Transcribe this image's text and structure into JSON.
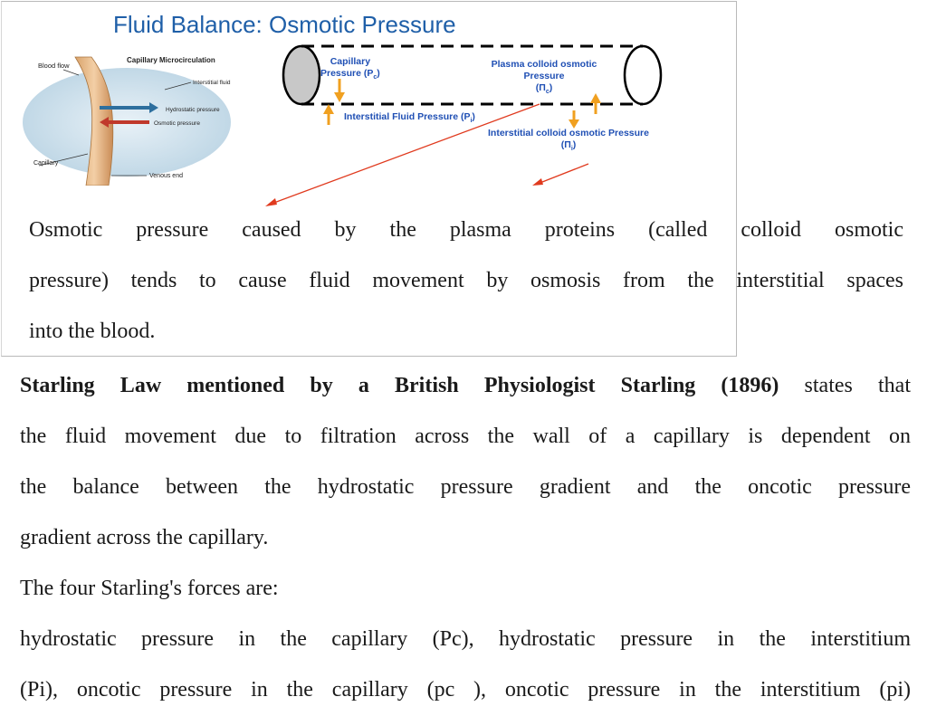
{
  "slide": {
    "title": "Fluid Balance: Osmotic Pressure"
  },
  "illustration": {
    "heading": "Capillary Microcirculation",
    "labels": {
      "blood_flow": "Blood flow",
      "interstitial_fluid": "Interstitial fluid",
      "hydrostatic_pressure": "Hydrostatic pressure",
      "osmotic_pressure": "Osmotic pressure",
      "capillary": "Capillary",
      "venous_end": "Venous end"
    }
  },
  "diagram": {
    "capillary_pressure_line1": "Capillary",
    "capillary_pressure_line2": "Pressure (P",
    "capillary_pressure_sub": "c",
    "plasma_colloid_line1": "Plasma colloid osmotic",
    "plasma_colloid_line2": "Pressure",
    "plasma_colloid_symbol": "(Π",
    "plasma_colloid_sub": "c",
    "interstitial_fluid_pressure": "Interstitial Fluid Pressure (P",
    "interstitial_fluid_sub": "i",
    "interstitial_colloid_line1": "Interstitial colloid osmotic Pressure",
    "interstitial_colloid_symbol": "(Π",
    "interstitial_colloid_sub": "i",
    "close_paren": ")",
    "colors": {
      "dash": "#000000",
      "cap_fill": "#c8c8c8",
      "arrow": "#f0a020",
      "label": "#1f4fb4",
      "pointer": "#e03a1e"
    }
  },
  "paragraph1": {
    "line1": "Osmotic pressure caused by the plasma proteins (called colloid osmotic",
    "line2": "pressure) tends to cause fluid movement by osmosis from the interstitial spaces",
    "line3": "into the blood."
  },
  "paragraph2": {
    "bold_lead": "Starling Law mentioned by a British Physiologist Starling (1896)",
    "line1_rest": " states that",
    "line2": "the fluid movement due to filtration across the wall of a capillary is dependent on",
    "line3": "the balance between the hydrostatic pressure gradient and the oncotic pressure",
    "line4": "gradient across the capillary.",
    "line5": "The four Starling's forces are:",
    "line6": "hydrostatic pressure in the capillary (Pc), hydrostatic pressure in the interstitium",
    "line7": "(Pi), oncotic pressure in the capillary (pc ), oncotic pressure in the interstitium (pi)"
  }
}
